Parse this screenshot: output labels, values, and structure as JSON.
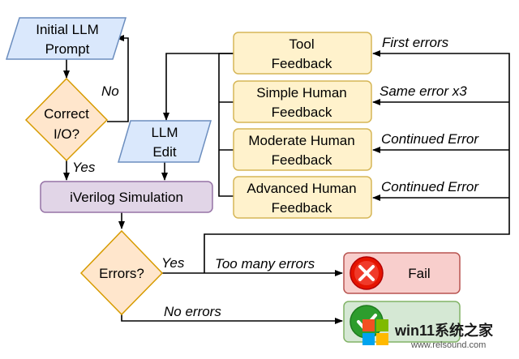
{
  "nodes": {
    "initial_prompt": [
      "Initial LLM",
      "Prompt"
    ],
    "correct_io": [
      "Correct",
      "I/O?"
    ],
    "llm_edit": [
      "LLM",
      "Edit"
    ],
    "simulation": "iVerilog Simulation",
    "errors": "Errors?",
    "tool_feedback": [
      "Tool",
      "Feedback"
    ],
    "simple_feedback": [
      "Simple Human",
      "Feedback"
    ],
    "moderate_feedback": [
      "Moderate Human",
      "Feedback"
    ],
    "advanced_feedback": [
      "Advanced Human",
      "Feedback"
    ],
    "fail": "Fail"
  },
  "edges": {
    "no": "No",
    "yes_correct": "Yes",
    "yes_errors": "Yes",
    "first_errors": "First errors",
    "same_error": "Same error x3",
    "continued_1": "Continued Error",
    "continued_2": "Continued Error",
    "too_many": "Too many errors",
    "no_errors": "No errors"
  },
  "watermark": {
    "title": "win11系统之家",
    "url": "www.relsound.com"
  },
  "colors": {
    "io_fill": "#dae8fc",
    "io_stroke": "#6c8ebf",
    "decision_fill": "#ffe6cc",
    "decision_stroke": "#d79b00",
    "process_fill": "#e1d5e7",
    "process_stroke": "#9673a6",
    "feedback_fill": "#fff2cc",
    "feedback_stroke": "#d6b656",
    "fail_fill": "#f8cecc",
    "fail_stroke": "#b85450",
    "success_fill": "#d5e8d4",
    "success_stroke": "#82b366"
  }
}
